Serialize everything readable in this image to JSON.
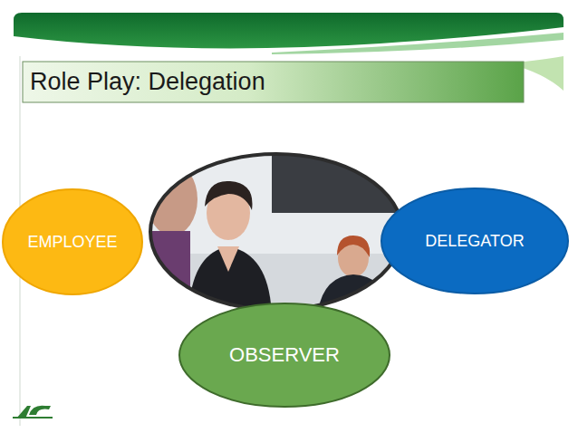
{
  "diagram": {
    "title": "Role Play: Delegation",
    "nodes": [
      {
        "text": [
          "EMPLOYEE"
        ]
      },
      {
        "text": [
          "DELEGATOR"
        ]
      },
      {
        "text": [
          "OBSERVER"
        ]
      }
    ]
  }
}
